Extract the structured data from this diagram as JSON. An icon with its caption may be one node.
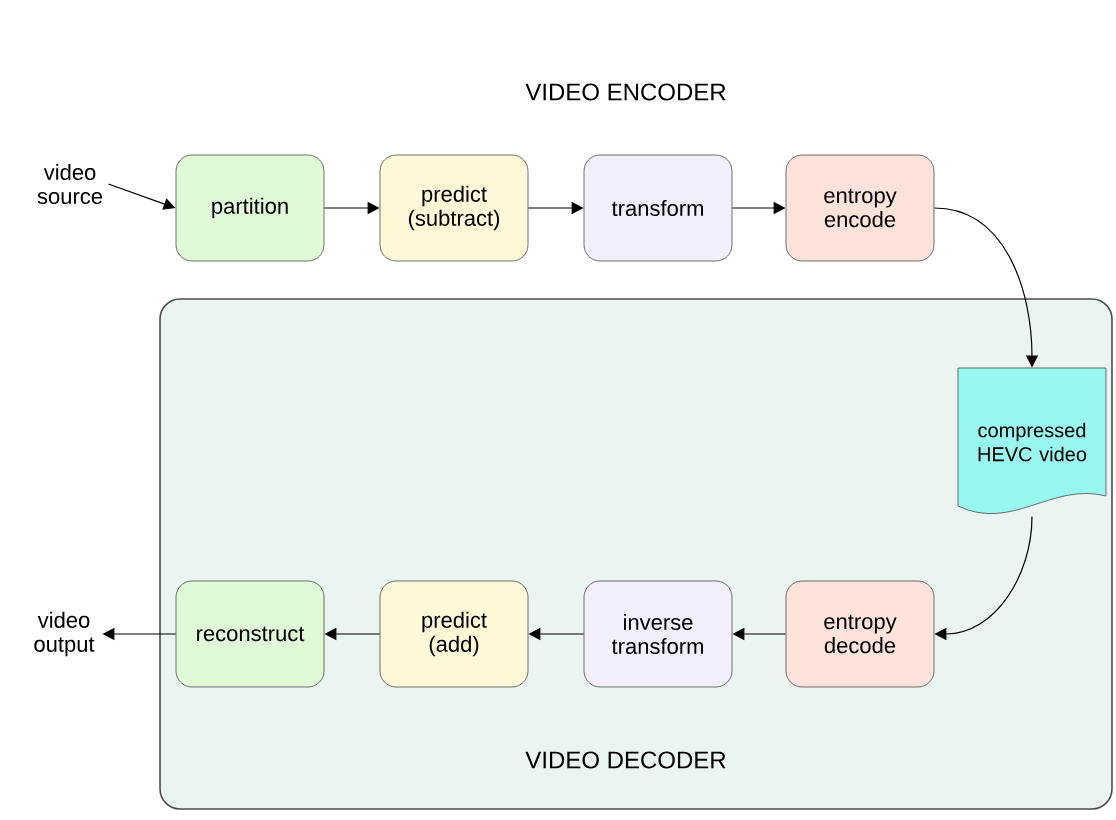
{
  "diagram": {
    "title": "VIDEO ENCODER",
    "nodes": [
      {
        "text": [
          "video source"
        ]
      },
      {
        "text": [
          "partition"
        ]
      },
      {
        "text": [
          "predict (subtract)"
        ]
      },
      {
        "text": [
          "transform"
        ]
      },
      {
        "text": [
          "entropy encode"
        ]
      },
      {
        "text": [
          "VIDEO DECODER"
        ]
      },
      {
        "text": [
          "compressed HEVC video"
        ],
        "in": 5
      },
      {
        "text": [
          "entropy decode"
        ],
        "in": 5
      },
      {
        "text": [
          "inverse transform"
        ],
        "in": 5
      },
      {
        "text": [
          "predict (add)"
        ],
        "in": 5
      },
      {
        "text": [
          "reconstruct"
        ],
        "in": 5
      },
      {
        "text": [
          "video output"
        ]
      }
    ],
    "edges": [
      {
        "from": 0,
        "to": 1,
        "arrow": "to"
      },
      {
        "from": 1,
        "to": 2,
        "arrow": "to"
      },
      {
        "from": 2,
        "to": 3,
        "arrow": "to"
      },
      {
        "from": 3,
        "to": 4,
        "arrow": "to"
      },
      {
        "from": 4,
        "to": 6,
        "arrow": "to"
      },
      {
        "from": 6,
        "to": 7,
        "arrow": "to"
      },
      {
        "from": 7,
        "to": 8,
        "arrow": "to"
      },
      {
        "from": 8,
        "to": 9,
        "arrow": "to"
      },
      {
        "from": 9,
        "to": 10,
        "arrow": "to"
      },
      {
        "from": 10,
        "to": 11,
        "arrow": "to"
      }
    ]
  }
}
